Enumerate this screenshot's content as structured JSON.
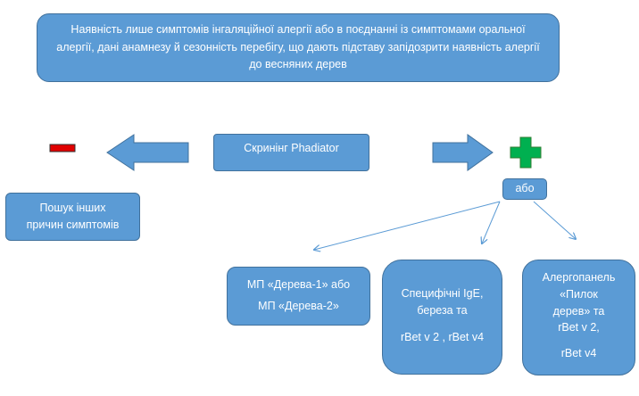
{
  "top_box": {
    "text": "Наявність лише симптомів інгаляційної алергії або в поєднанні із симптомами оральної алергії, дані анамнезу й сезонність перебігу, що дають підставу запідозрити наявність алергії до весняних дерев"
  },
  "screening": {
    "label": "Скринінг Phadiator"
  },
  "negative": {
    "result": "negative",
    "color": "#e00000"
  },
  "positive": {
    "result": "positive",
    "color": "#00b050"
  },
  "other_causes": {
    "line1": "Пошук інших",
    "line2": "причин симптомів"
  },
  "or_box": {
    "label": "або"
  },
  "option1": {
    "line1": "МП «Дерева-1» або",
    "line2": "МП «Дерева-2»"
  },
  "option2": {
    "line1": "Специфічні IgE,",
    "line2": "береза та",
    "line3": "rBet v 2 , rBet v4"
  },
  "option3": {
    "line1": "Алергопанель",
    "line2": "«Пилок",
    "line3": "дерев» та",
    "line4": "rBet v 2,",
    "line5": "rBet v4"
  },
  "colors": {
    "box": "#5b9bd5",
    "border": "#41719c"
  }
}
